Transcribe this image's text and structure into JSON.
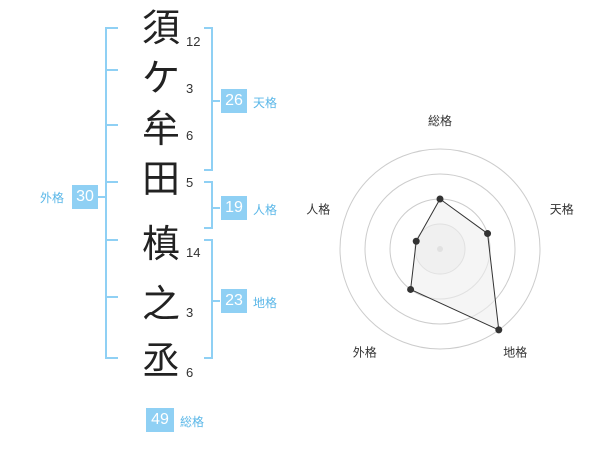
{
  "name": {
    "chars": [
      {
        "char": "須",
        "strokes": "12"
      },
      {
        "char": "ケ",
        "strokes": "3"
      },
      {
        "char": "牟",
        "strokes": "6"
      },
      {
        "char": "田",
        "strokes": "5"
      },
      {
        "char": "槙",
        "strokes": "14"
      },
      {
        "char": "之",
        "strokes": "3"
      },
      {
        "char": "丞",
        "strokes": "6"
      }
    ]
  },
  "fortunes": {
    "tenkaku": {
      "value": "26",
      "label": "天格"
    },
    "jinkaku": {
      "value": "19",
      "label": "人格"
    },
    "chikaku": {
      "value": "23",
      "label": "地格"
    },
    "gaikaku": {
      "value": "30",
      "label": "外格"
    },
    "soukaku": {
      "value": "49",
      "label": "総格"
    }
  },
  "chart_data": {
    "type": "radar",
    "axes": [
      "総格",
      "天格",
      "地格",
      "外格",
      "人格"
    ],
    "values": [
      2,
      2,
      4,
      2,
      1
    ],
    "max": 4,
    "colors": {
      "line": "#333333",
      "fill": "#eeeeee",
      "grid": "#cccccc",
      "dot": "#333333"
    }
  },
  "colors": {
    "accent": "#8fd0f4",
    "label": "#5ab7e8",
    "bracket": "#8fd0f4"
  }
}
